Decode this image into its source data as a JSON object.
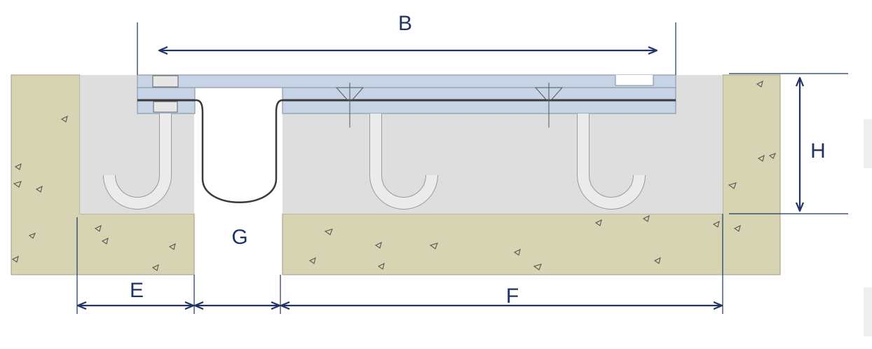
{
  "colors": {
    "concrete": "#d6d4b2",
    "concrete_stroke": "#a09e82",
    "infill": "#dedede",
    "plate": "#c6d4e6",
    "plate_stroke": "#7f8da0",
    "anchor": "#ebebeb",
    "anchor_stroke": "#9a9a9a",
    "seal": "#3a3a3a",
    "dimension": "#1f3464"
  },
  "dimensions": {
    "B": "B",
    "H": "H",
    "G": "G",
    "E": "E",
    "F": "F"
  }
}
